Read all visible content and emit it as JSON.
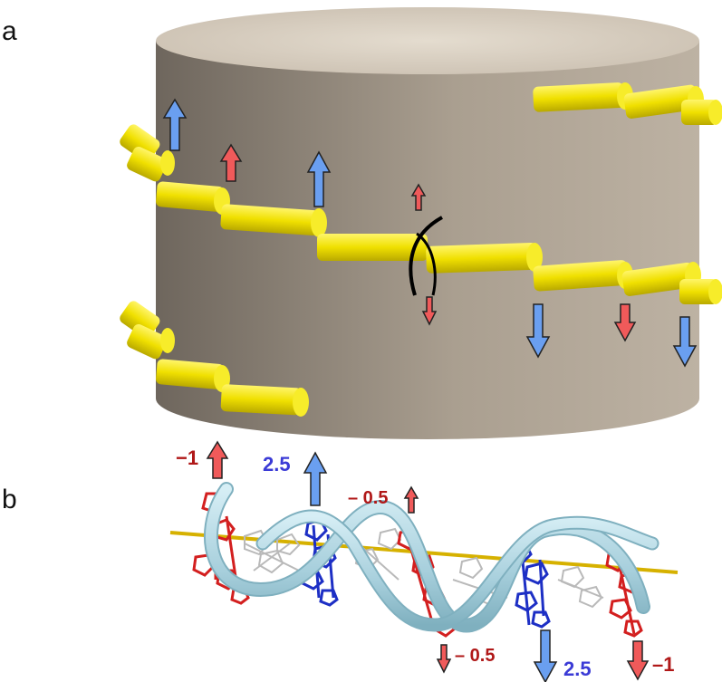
{
  "panels": {
    "a": {
      "label": "a"
    },
    "b": {
      "label": "b"
    }
  },
  "colors": {
    "cylinder_top": "#d8cfc3",
    "cylinder_side_dark": "#6e665d",
    "cylinder_side_light": "#b3a899",
    "rod_yellow": "#f2e600",
    "rod_yellow_dark": "#c2b000",
    "arrow_blue": "#6a9ff0",
    "arrow_red": "#f05a5a",
    "label_blue": "#3b3bd6",
    "label_red": "#b01818",
    "dna_backbone": "#a9d3e0",
    "dna_red": "#d31f1f",
    "dna_blue": "#1d2fc5",
    "dna_grey": "#b9b9b9"
  },
  "annotations": {
    "top_left_value": "−1",
    "top_mid_value": "2.5",
    "top_right_value": "– 0.5",
    "bottom_left_value": "– 0.5",
    "bottom_mid_value": "2.5",
    "bottom_right_value": "–1"
  },
  "icons": [
    "up-arrow-icon",
    "down-arrow-icon",
    "crossing-mark-icon"
  ]
}
